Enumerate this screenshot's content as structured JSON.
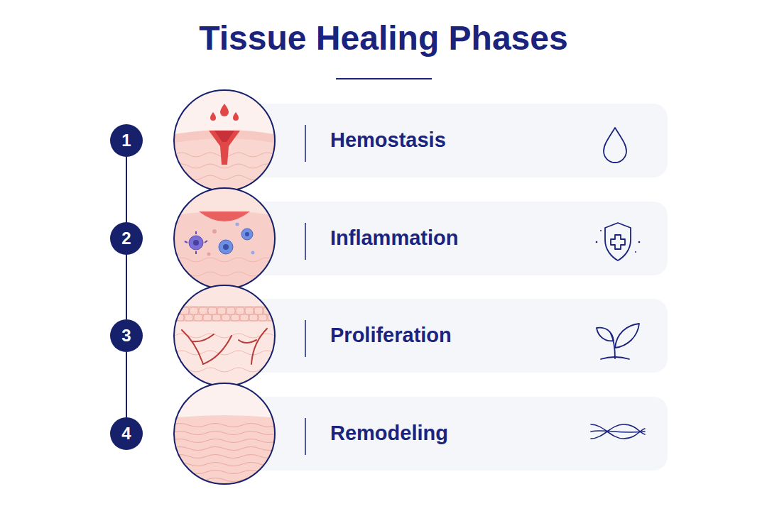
{
  "diagram": {
    "title": "Tissue Healing Phases",
    "nodes": [
      {
        "text": [
          "1"
        ]
      },
      {
        "text": [
          "Hemostasis"
        ]
      },
      {
        "text": [
          "2"
        ]
      },
      {
        "text": [
          "Inflammation"
        ]
      },
      {
        "text": [
          "3"
        ]
      },
      {
        "text": [
          "Proliferation"
        ]
      },
      {
        "text": [
          "4"
        ]
      },
      {
        "text": [
          "Remodeling"
        ]
      }
    ],
    "edges": [
      {
        "from": 0,
        "to": 2,
        "arrow": "none"
      },
      {
        "from": 2,
        "to": 4,
        "arrow": "none"
      },
      {
        "from": 4,
        "to": 6,
        "arrow": "none"
      }
    ]
  }
}
